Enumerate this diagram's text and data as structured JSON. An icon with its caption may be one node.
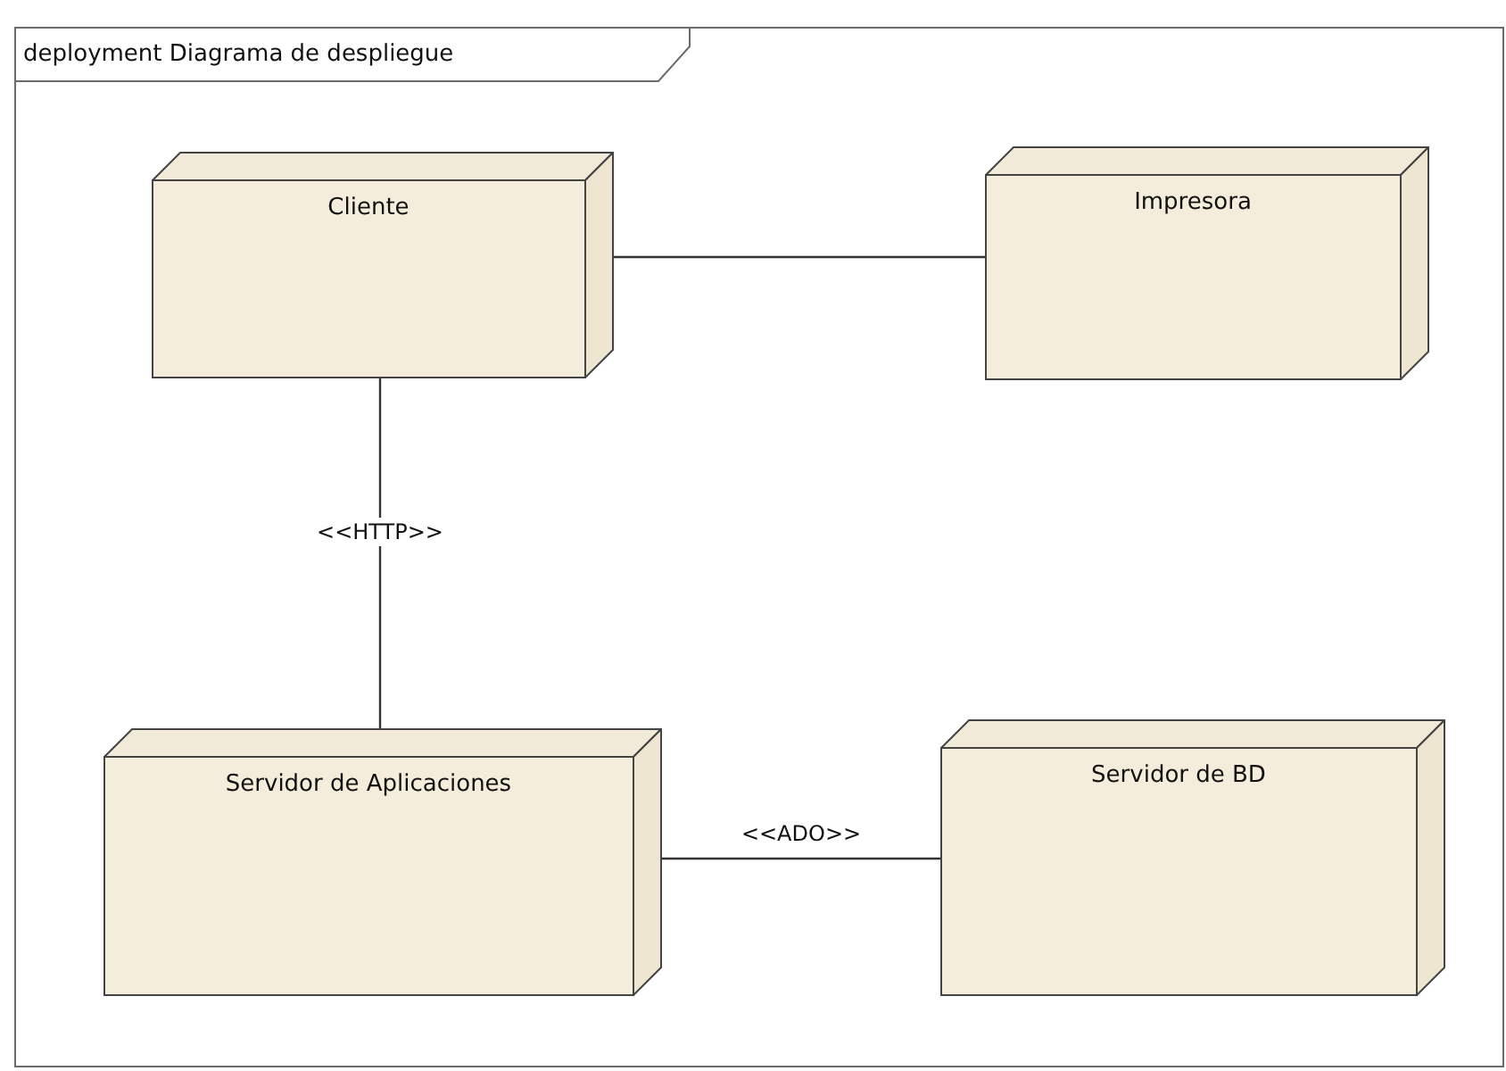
{
  "diagram": {
    "nodes": [
      {
        "text": [
          "deployment Diagrama de despliegue"
        ]
      },
      {
        "text": [
          "Cliente"
        ],
        "in": 0
      },
      {
        "text": [
          "Impresora"
        ],
        "in": 0
      },
      {
        "text": [
          "Servidor de Aplicaciones"
        ],
        "in": 0
      },
      {
        "text": [
          "Servidor de BD"
        ],
        "in": 0
      }
    ],
    "edges": [
      {
        "from": 1,
        "to": 2,
        "arrow": "none"
      },
      {
        "from": 1,
        "to": 3,
        "arrow": "none",
        "label": "<<HTTP>>"
      },
      {
        "from": 3,
        "to": 4,
        "arrow": "none",
        "label": "<<ADO>>"
      }
    ]
  }
}
